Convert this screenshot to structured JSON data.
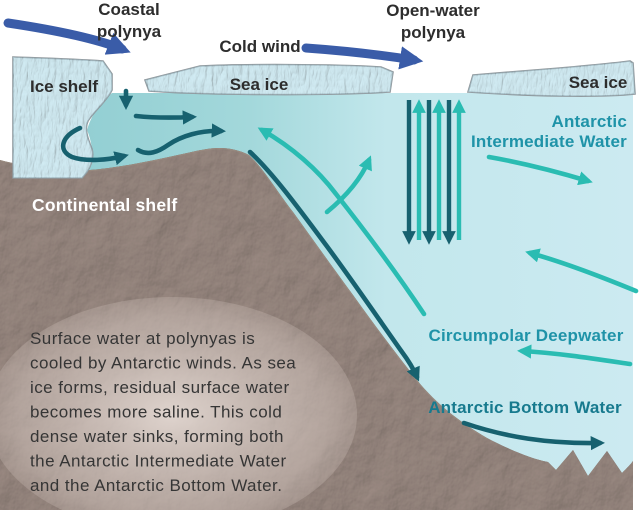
{
  "labels": {
    "coastal_polynya_line1": "Coastal",
    "coastal_polynya_line2": "polynya",
    "cold_wind": "Cold wind",
    "open_water_line1": "Open-water",
    "open_water_line2": "polynya",
    "ice_shelf": "Ice shelf",
    "sea_ice": "Sea ice",
    "antarctic_intermediate_line1": "Antarctic",
    "antarctic_intermediate_line2": "Intermediate Water",
    "continental_shelf": "Continental shelf",
    "circumpolar_deepwater": "Circumpolar Deepwater",
    "antarctic_bottom_water": "Antarctic Bottom Water"
  },
  "caption": {
    "lines": [
      "Surface water at polynyas is",
      "cooled by Antarctic winds. As sea",
      "ice forms, residual surface water",
      "becomes more saline. This cold",
      "dense water sinks, forming both",
      "the Antarctic Intermediate Water",
      "and the Antarctic Bottom Water."
    ]
  },
  "colors": {
    "wind_blue": "#3A5CA8",
    "current_dark": "#17616F",
    "current_light": "#2ABCB2",
    "water_left": "#98D2D5",
    "water_right": "#CAE9F0",
    "ice_fill": "#ECF7FA",
    "ice_outline": "#8F979C",
    "rock_brown": "#6E6055",
    "label_dark": "#2D2D2D",
    "label_teal": "#1F93A8",
    "label_teal_dark": "#177A8E",
    "continental_text": "#FFFFFF"
  },
  "arrows": [
    {
      "name": "coastal-wind-arrow",
      "meaning": "cold wind blowing off ice shelf"
    },
    {
      "name": "cold-wind-arrow",
      "meaning": "cold wind over open-water polynya"
    },
    {
      "name": "polynya-downwelling-arrows",
      "meaning": "sinking dense water at polynya"
    },
    {
      "name": "polynya-upwelling-arrows",
      "meaning": "rising water at polynya"
    },
    {
      "name": "shelf-circulation-arrows",
      "meaning": "circulation over continental shelf"
    },
    {
      "name": "slope-descent-arrow",
      "meaning": "dense water sinking along slope"
    },
    {
      "name": "upwelling-slope-arrow",
      "meaning": "deep water upwelling toward shelf"
    },
    {
      "name": "aiw-outflow-arrow",
      "meaning": "Antarctic Intermediate Water outflow"
    },
    {
      "name": "cdw-inflow-arrow",
      "meaning": "Circumpolar Deepwater inflow"
    },
    {
      "name": "abw-outflow-arrow",
      "meaning": "Antarctic Bottom Water outflow"
    }
  ]
}
